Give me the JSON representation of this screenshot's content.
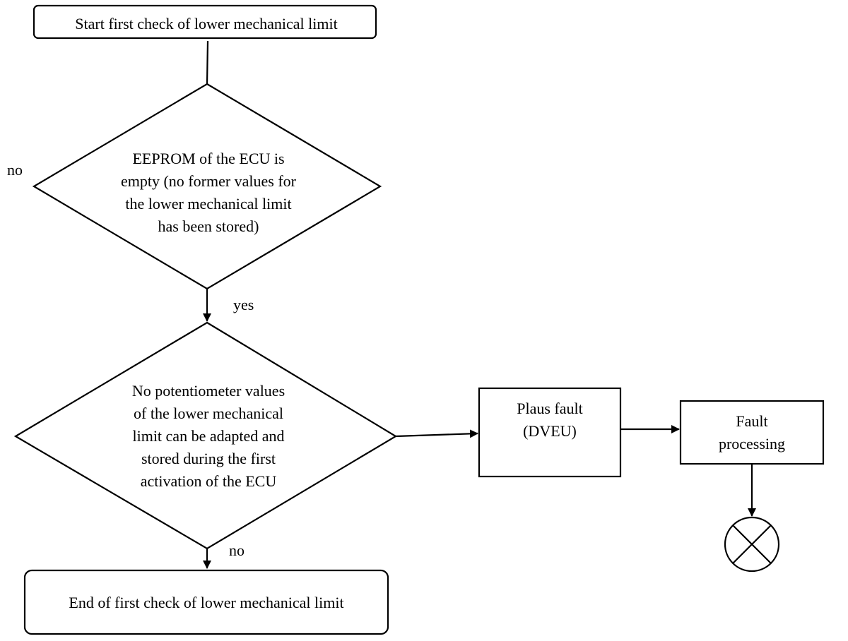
{
  "flowchart": {
    "start_label": "Start first check of lower mechanical limit",
    "decision1": {
      "lines": [
        "EEPROM of the ECU is",
        "empty (no former values for",
        "the lower mechanical limit",
        "has been stored)"
      ],
      "no_label": "no",
      "yes_label": "yes"
    },
    "decision2": {
      "lines": [
        "No potentiometer values",
        "of the lower mechanical",
        "limit can be adapted and",
        "stored during the first",
        "activation of the ECU"
      ],
      "no_label": "no"
    },
    "plaus_fault": {
      "lines": [
        "Plaus fault",
        "(DVEU)"
      ]
    },
    "fault_processing": {
      "lines": [
        "Fault",
        "processing"
      ]
    },
    "end_label": "End of first check of lower mechanical limit",
    "terminator_symbol": "circle-cross-icon"
  }
}
